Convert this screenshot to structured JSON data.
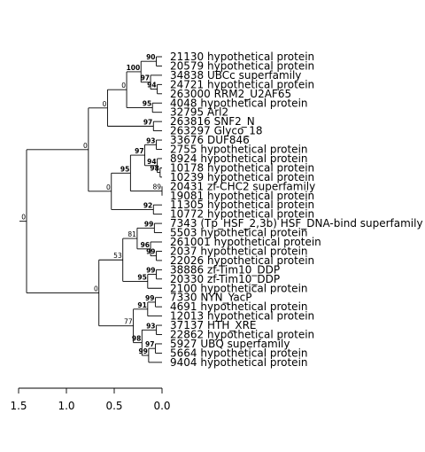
{
  "tree": {
    "leaves": [
      "21130 hypothetical protein",
      "20579 hypothetical protein",
      "34838 UBCc superfamily",
      "24721 hypothetical protein",
      "263000 RRM2_U2AF65",
      "4048 hypothetical protein",
      "32795 Arl2",
      "263816 SNF2_N",
      "263297 Glyco_18",
      "33676 DUF846",
      "2755 hypothetical protein",
      "8924 hypothetical protein",
      "10178 hypothetical protein",
      "10239 hypothetical protein",
      "20431 zf-CHC2 superfamily",
      "19081 hypothetical protein",
      "11305 hypothetical protein",
      "10772 hypothetical protein",
      "7343 (Tp_HSF_2,3b) HSF_DNA-bind superfamily",
      "5503 hypothetical protein",
      "261001 hypothetical protein",
      "2037 hypothetical protein",
      "22026 hypothetical protein",
      "38886 zf-Tim10_DDP",
      "20330 zf-Tim10_DDP",
      "2100 hypothetical protein",
      "7330 NYN_YacP",
      "4691 hypothetical protein",
      "12013 hypothetical protein",
      "37137 HTH_XRE",
      "22862 hypothetical protein",
      "5927 UBQ superfamily",
      "5664 hypothetical protein",
      "9404 hypothetical protein"
    ],
    "nodes": [
      {
        "id": "a1",
        "children": [
          0,
          1
        ],
        "height": 0.06,
        "support": "90",
        "bold": true
      },
      {
        "id": "a2",
        "children": [
          3,
          4
        ],
        "height": 0.05,
        "support": "94",
        "bold": true
      },
      {
        "id": "a3",
        "children": [
          2,
          "a2"
        ],
        "height": 0.07,
        "support": "97",
        "bold": true
      },
      {
        "id": "a4",
        "children": [
          "a1",
          "a3"
        ],
        "height": 0.1,
        "support": "100",
        "bold": true
      },
      {
        "id": "a5",
        "children": [
          5,
          6
        ],
        "height": 0.1,
        "support": "95",
        "bold": true
      },
      {
        "id": "a6",
        "children": [
          "a4",
          "a5"
        ],
        "height": 0.15,
        "support": "0",
        "bold": false
      },
      {
        "id": "a7",
        "children": [
          7,
          8
        ],
        "height": 0.09,
        "support": "97",
        "bold": true
      },
      {
        "id": "a8",
        "children": [
          "a6",
          "a7"
        ],
        "height": 0.2,
        "support": "0",
        "bold": false
      },
      {
        "id": "b1",
        "children": [
          9,
          10
        ],
        "height": 0.06,
        "support": "93",
        "bold": true
      },
      {
        "id": "b2",
        "children": [
          12,
          13
        ],
        "height": 0.02,
        "support": "98",
        "bold": true
      },
      {
        "id": "b3",
        "children": [
          11,
          "b2"
        ],
        "height": 0.03,
        "support": "94",
        "bold": true
      },
      {
        "id": "b4",
        "children": [
          "b1",
          "b3"
        ],
        "height": 0.12,
        "support": "97",
        "bold": true
      },
      {
        "id": "b5",
        "children": [
          14,
          15
        ],
        "height": 0.0,
        "support": "89",
        "bold": false
      },
      {
        "id": "b6",
        "children": [
          "b4",
          "b5"
        ],
        "height": 0.15,
        "support": "95",
        "bold": true
      },
      {
        "id": "b7",
        "children": [
          16,
          17
        ],
        "height": 0.09,
        "support": "92",
        "bold": true
      },
      {
        "id": "b8",
        "children": [
          "b6",
          "b7"
        ],
        "height": 0.2,
        "support": "0",
        "bold": false
      },
      {
        "id": "t1",
        "children": [
          "a8",
          "b8"
        ],
        "height": 0.2,
        "support": "0",
        "bold": false
      },
      {
        "id": "c1",
        "children": [
          18,
          19
        ],
        "height": 0.08,
        "support": "99",
        "bold": true
      },
      {
        "id": "c2",
        "children": [
          21,
          22
        ],
        "height": 0.06,
        "support": "99",
        "bold": true
      },
      {
        "id": "c3",
        "children": [
          20,
          "c2"
        ],
        "height": 0.06,
        "support": "96",
        "bold": true
      },
      {
        "id": "c4",
        "children": [
          "c1",
          "c3"
        ],
        "height": 0.14,
        "support": "81",
        "bold": false
      },
      {
        "id": "c5",
        "children": [
          23,
          24
        ],
        "height": 0.06,
        "support": "99",
        "bold": true
      },
      {
        "id": "c6",
        "children": [
          "c5",
          25
        ],
        "height": 0.09,
        "support": "95",
        "bold": true
      },
      {
        "id": "c7",
        "children": [
          "c4",
          "c6"
        ],
        "height": 0.15,
        "support": "53",
        "bold": false
      },
      {
        "id": "d1",
        "children": [
          26,
          27
        ],
        "height": 0.07,
        "support": "99",
        "bold": true
      },
      {
        "id": "d2",
        "children": [
          "d1",
          28
        ],
        "height": 0.08,
        "support": "91",
        "bold": true
      },
      {
        "id": "d3",
        "children": [
          29,
          30
        ],
        "height": 0.06,
        "support": "93",
        "bold": true
      },
      {
        "id": "d4",
        "children": [
          31,
          32
        ],
        "height": 0.07,
        "support": "97",
        "bold": true
      },
      {
        "id": "d5",
        "children": [
          "d4",
          33
        ],
        "height": 0.07,
        "support": "99",
        "bold": true
      },
      {
        "id": "d6",
        "children": [
          "d3",
          "d5"
        ],
        "height": 0.07,
        "support": "98",
        "bold": true
      },
      {
        "id": "d7",
        "children": [
          "d2",
          "d6"
        ],
        "height": 0.09,
        "support": "77",
        "bold": false
      },
      {
        "id": "t2",
        "children": [
          "c7",
          "d7"
        ],
        "height": 0.25,
        "support": "0",
        "bold": false
      },
      {
        "id": "root",
        "children": [
          "t1",
          "t2"
        ],
        "height": 0.05,
        "support": "0",
        "bold": false
      }
    ]
  },
  "axis": {
    "ticks": [
      1.5,
      1.0,
      0.5,
      0.0
    ],
    "tick_labels": [
      "1.5",
      "1.0",
      "0.5",
      "0.0"
    ]
  }
}
